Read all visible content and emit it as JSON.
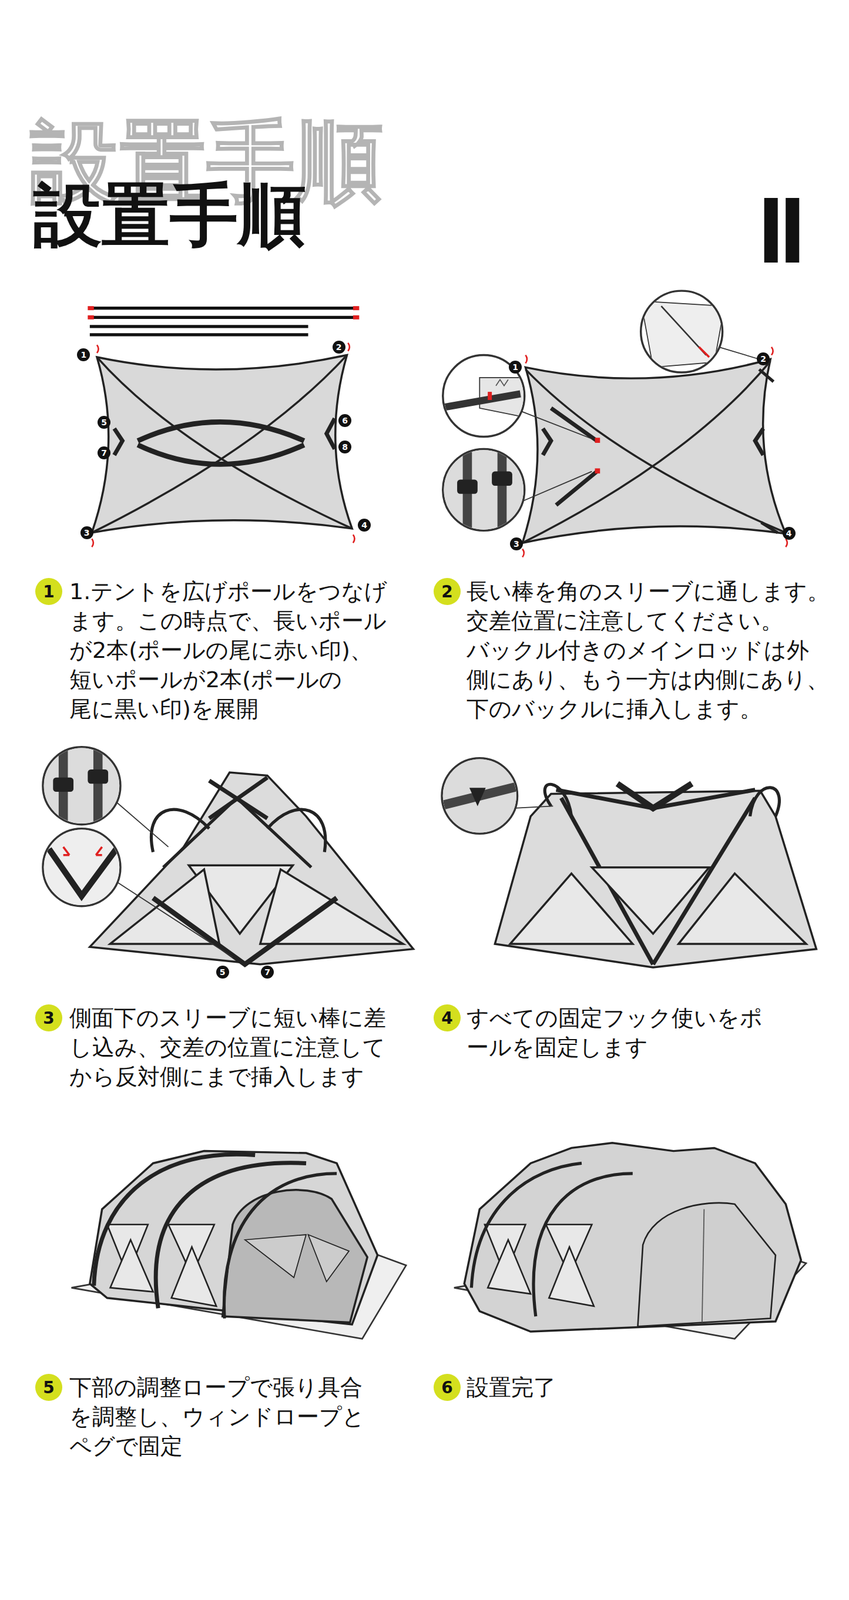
{
  "diagram": {
    "title": "設置手順",
    "nodes": [
      {
        "text": [
          "1",
          "1.テントを広げポールをつなげ ます。この時点で、長いポール が2本(ポールの尾に赤い印)、 短いポールが2本(ポールの 尾に黒い印)を展開"
        ]
      },
      {
        "text": [
          "2",
          "長い棒を角のスリーブに通します。 交差位置に注意してください。 バックル付きのメインロッドは外 側にあり、もう一方は内側にあり、 下のバックルに挿入します。"
        ]
      },
      {
        "text": [
          "3",
          "側面下のスリーブに短い棒に差 し込み、交差の位置に注意して から反対側にまで挿入します"
        ]
      },
      {
        "text": [
          "4",
          "すべての固定フック使いをポ ールを固定します"
        ]
      },
      {
        "text": [
          "5",
          "下部の調整ロープで張り具合 を調整し、ウィンドロープと ペグで固定"
        ]
      },
      {
        "text": [
          "6",
          "設置完了"
        ]
      }
    ],
    "labels": [
      "設置手順",
      "II",
      "1",
      "2",
      "5",
      "6",
      "7",
      "8",
      "3",
      "4",
      "1",
      "2",
      "3",
      "4",
      "5",
      "7"
    ]
  }
}
